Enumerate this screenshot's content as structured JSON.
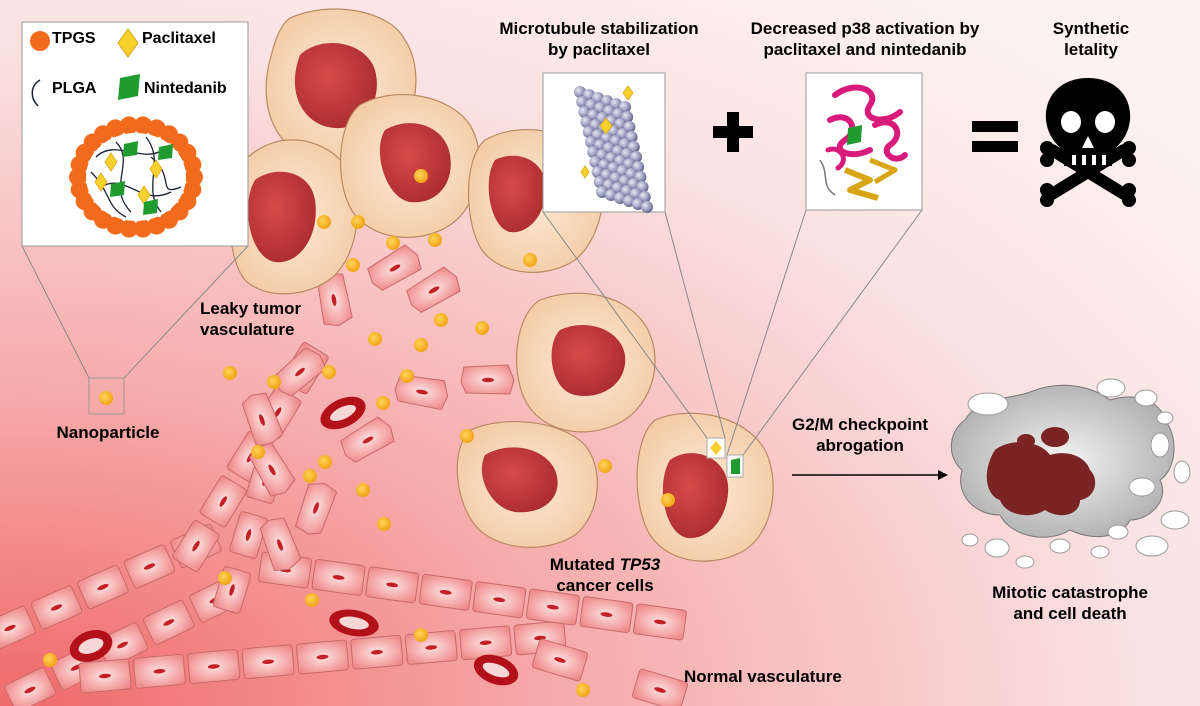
{
  "legend": {
    "items": [
      {
        "label": "TPGS",
        "symbol": "orange-circle"
      },
      {
        "label": "Paclitaxel",
        "symbol": "yellow-diamond"
      },
      {
        "label": "PLGA",
        "symbol": "dark-curve"
      },
      {
        "label": "Nintedanib",
        "symbol": "green-parallelogram"
      }
    ]
  },
  "labels": {
    "microtubule_line1": "Microtubule stabilization",
    "microtubule_line2": "by paclitaxel",
    "p38_line1": "Decreased p38 activation by",
    "p38_line2": "paclitaxel and nintedanib",
    "synthetic_line1": "Synthetic",
    "synthetic_line2": "letality",
    "leaky_line1": "Leaky tumor",
    "leaky_line2": "vasculature",
    "nanoparticle": "Nanoparticle",
    "mutated_pre": "Mutated ",
    "mutated_gene": "TP53",
    "mutated_line2": "cancer cells",
    "checkpoint_line1": "G2/M checkpoint",
    "checkpoint_line2": "abrogation",
    "mitotic_line1": "Mitotic catastrophe",
    "mitotic_line2": "and cell death",
    "normal_vasculature": "Normal vasculature"
  },
  "symbols": {
    "plus": "+",
    "equals": "="
  },
  "colors": {
    "background_light": "#fbe8e8",
    "background_dark": "#f27a7a",
    "nanoparticle": "#f5a623",
    "tpgs": "#f26a1b",
    "paclitaxel": "#f7d22e",
    "nintedanib": "#1f9b2f",
    "cancer_cell": "#f9d9b8",
    "nucleus": "#c9393a",
    "endothelial": "#f4a9a9",
    "red_blood_cell": "#b3111a",
    "dead_cell": "#bfbfbf",
    "dead_nucleus": "#7a2424"
  }
}
